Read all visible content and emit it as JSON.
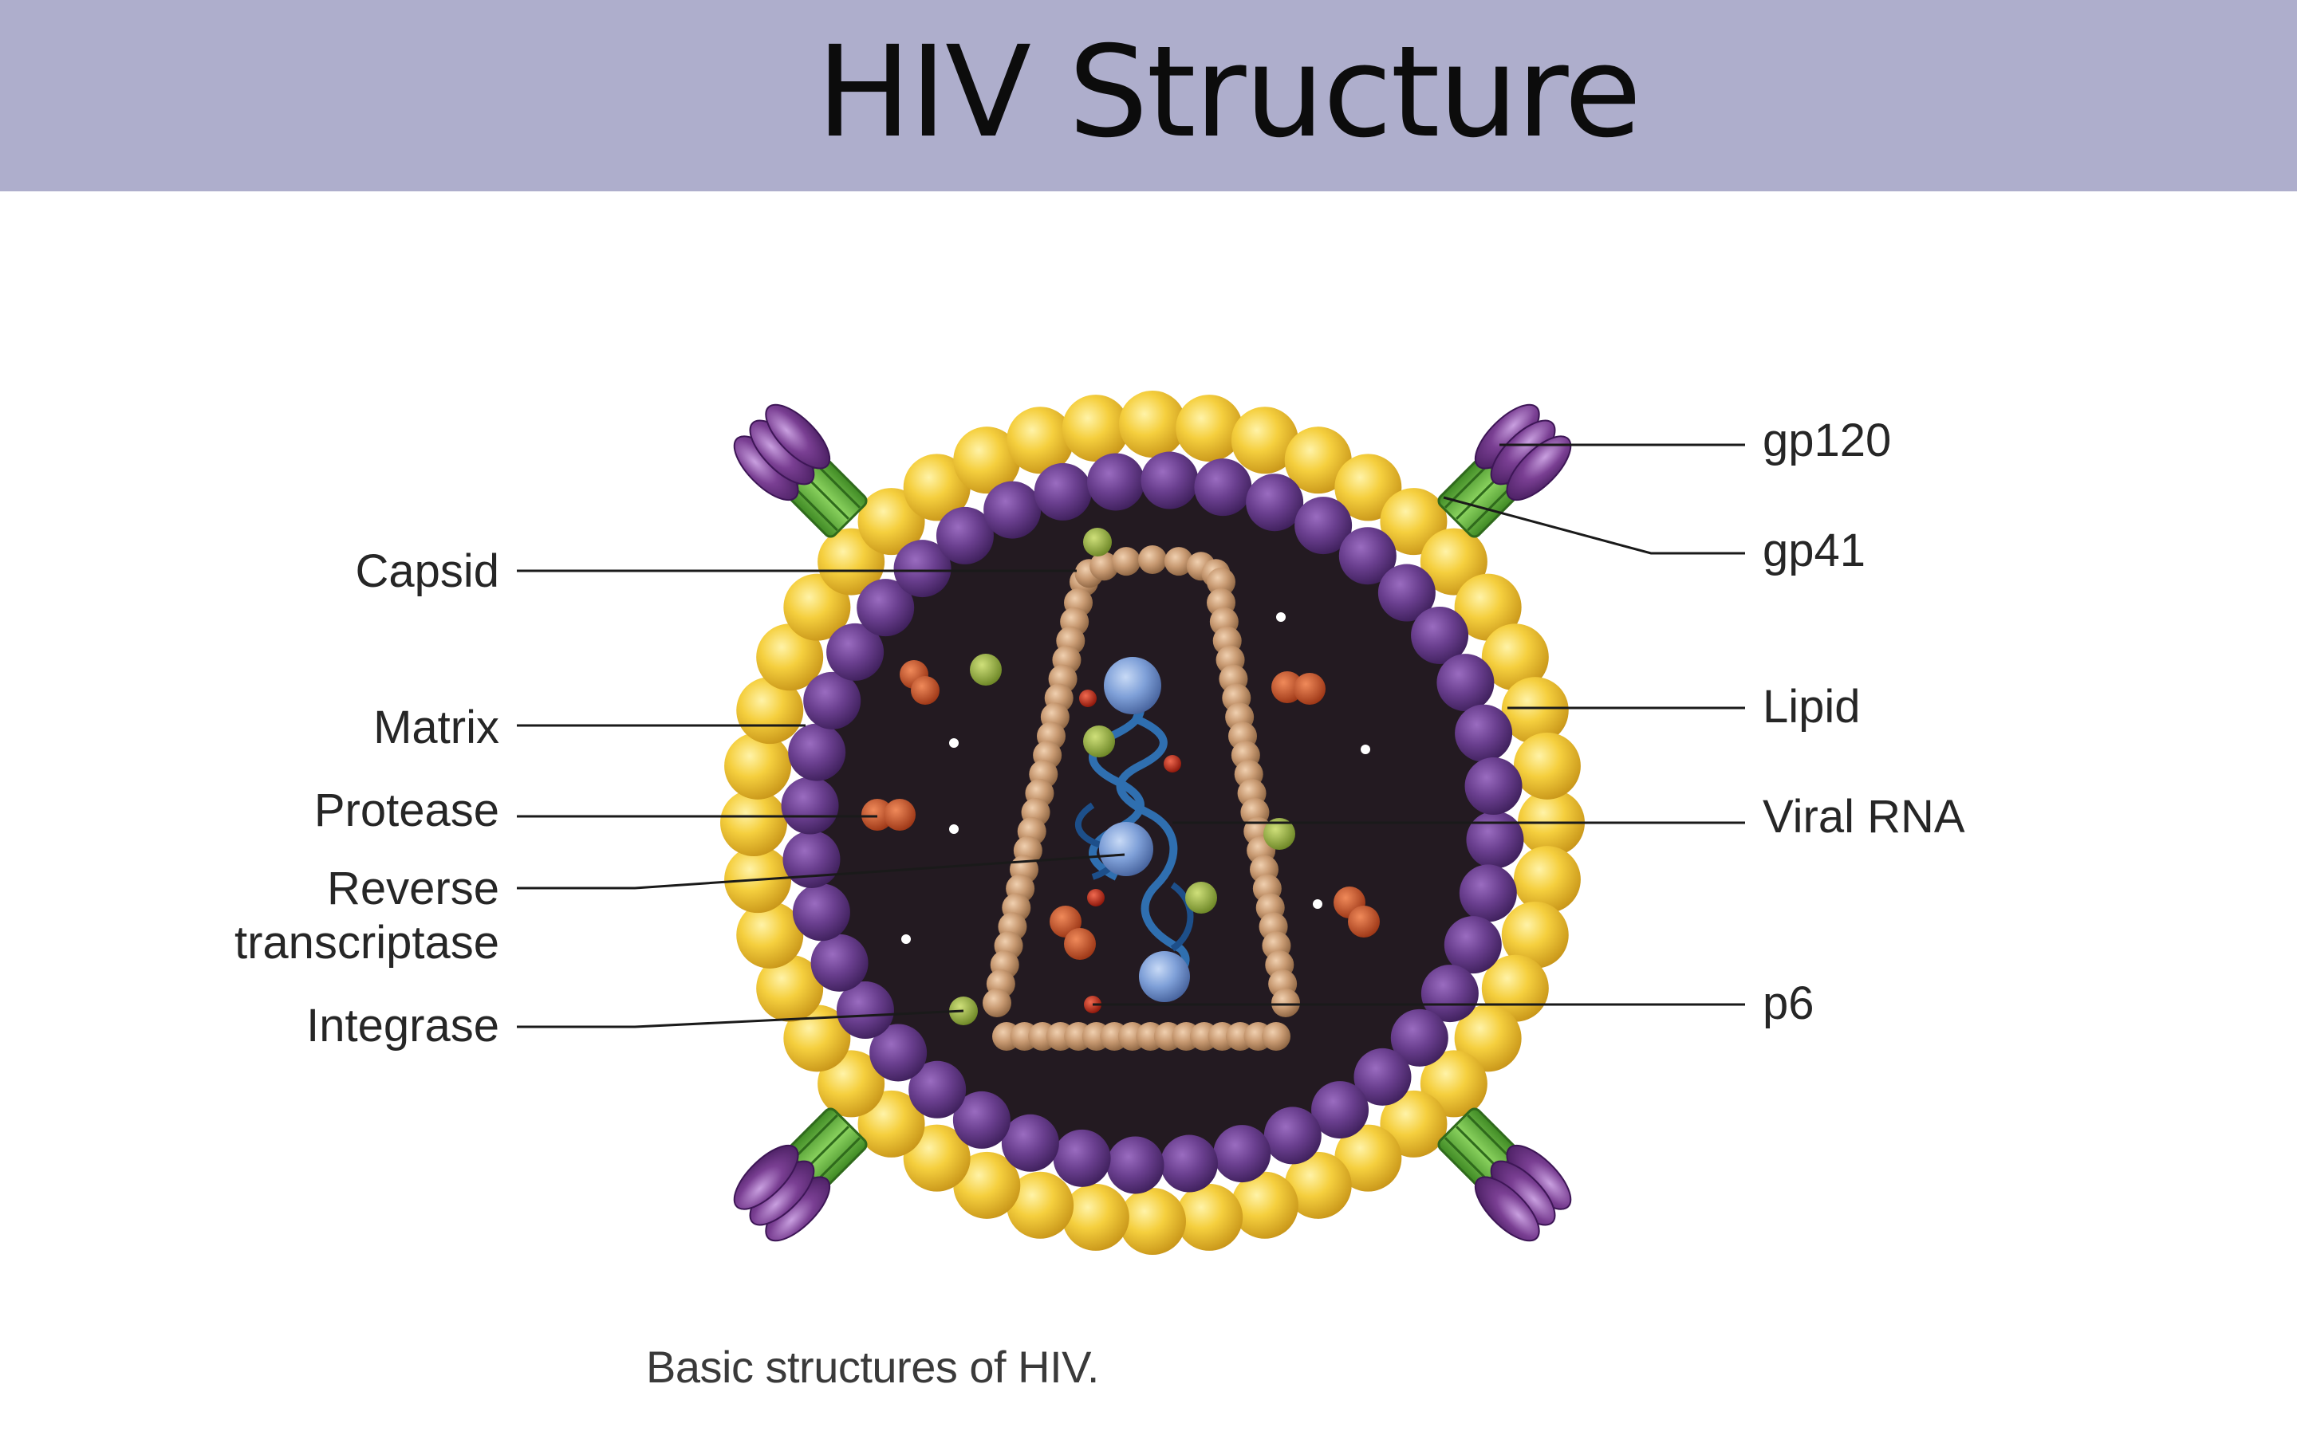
{
  "title": "HIV Structure",
  "caption": "Basic structures of HIV.",
  "labels": {
    "capsid": "Capsid",
    "matrix": "Matrix",
    "protease": "Protease",
    "reverse_transcriptase_line1": "Reverse",
    "reverse_transcriptase_line2": "transcriptase",
    "integrase": "Integrase",
    "gp120": "gp120",
    "gp41": "gp41",
    "lipid": "Lipid",
    "viral_rna": "Viral RNA",
    "p6": "p6"
  },
  "colors": {
    "title_bar": "#aeaecc",
    "lipid": "#f2c83a",
    "matrix": "#6a3f8f",
    "core": "#231a21",
    "capsid": "#c89a72",
    "gp120": "#7a3f93",
    "gp41": "#5fae3c",
    "rna": "#2f6fb0",
    "enzyme_blue": "#7fa0d8",
    "protease": "#c8502a",
    "p6": "#c42a1e",
    "integrase": "#8aa83a"
  }
}
